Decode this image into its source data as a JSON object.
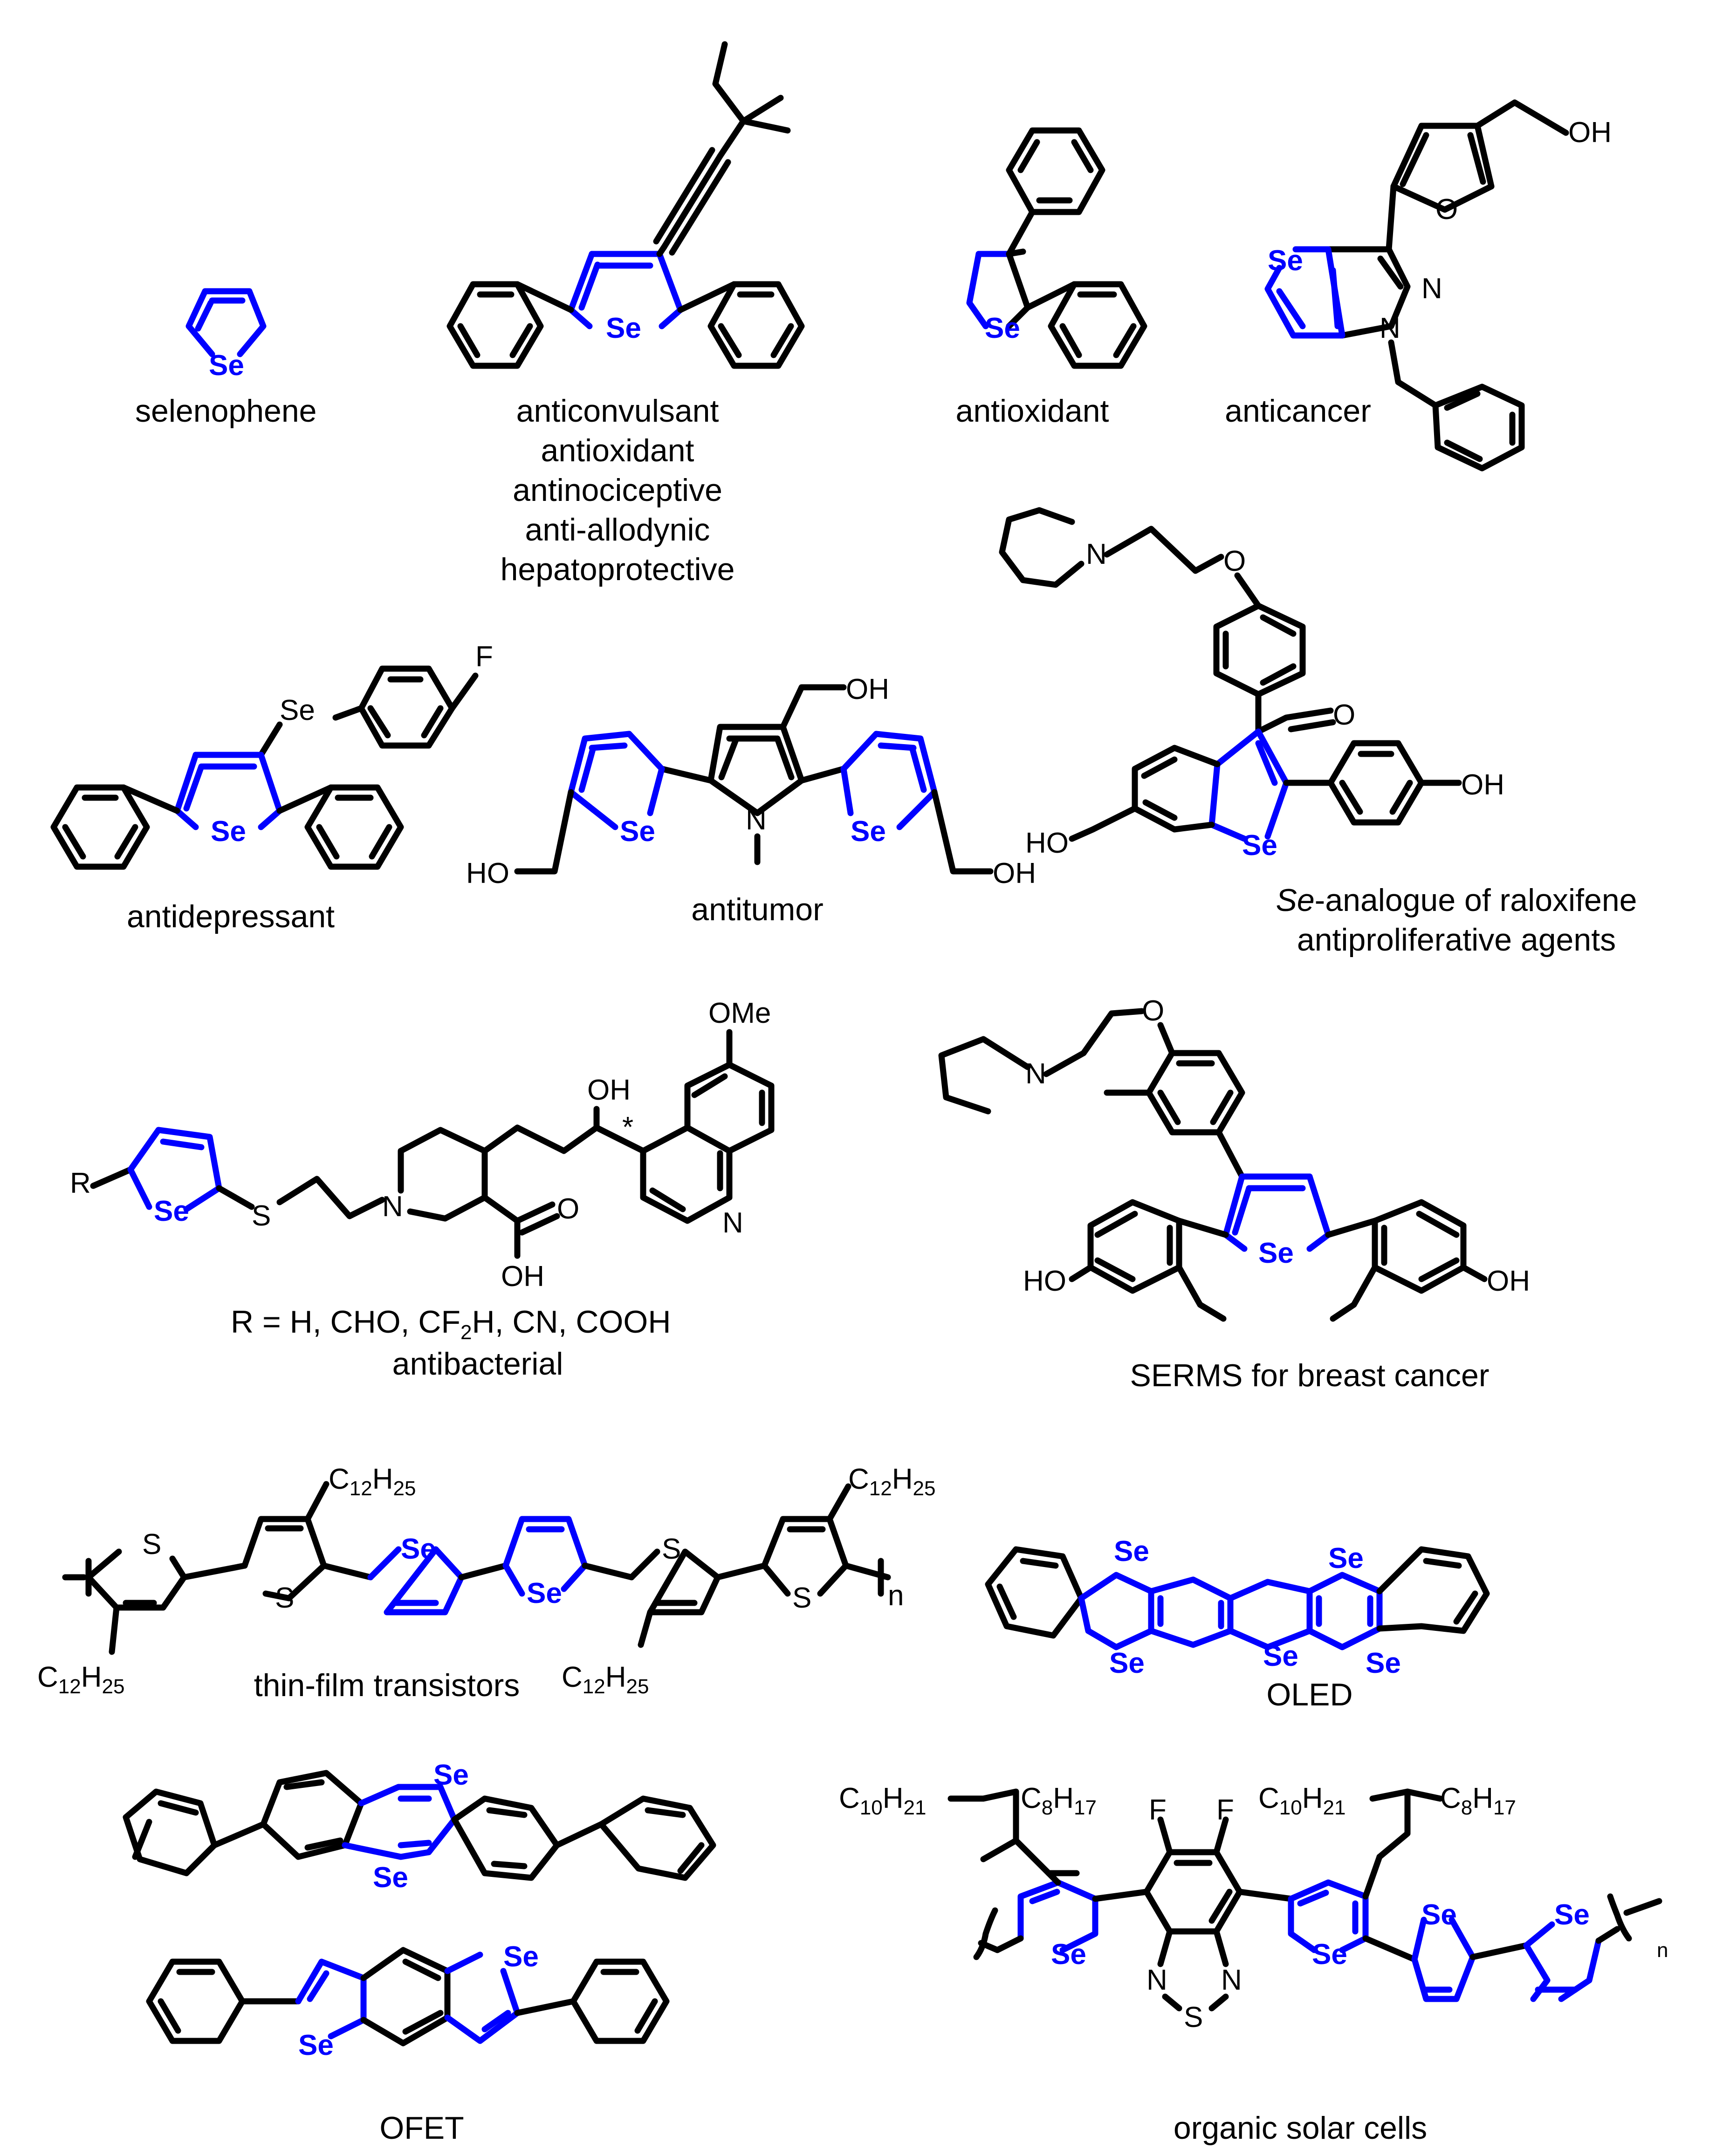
{
  "atoms": {
    "se": "Se",
    "s": "S",
    "n": "N",
    "o": "O",
    "f": "F",
    "oh": "OH",
    "ho": "HO",
    "ome": "OMe",
    "r": "R",
    "star": "*",
    "c12h25": {
      "c": "C",
      "n1": "12",
      "h": "H",
      "n2": "25"
    },
    "c10h21": {
      "c": "C",
      "n1": "10",
      "h": "H",
      "n2": "21"
    },
    "c8h17": {
      "c": "C",
      "n1": "8",
      "h": "H",
      "n2": "17"
    },
    "rep": "n"
  },
  "labels": {
    "selenophene": "selenophene",
    "activities_1": [
      "anticonvulsant",
      "antioxidant",
      "antinociceptive",
      "anti-allodynic",
      "hepatoprotective"
    ],
    "antioxidant": "antioxidant",
    "anticancer": "anticancer",
    "antidepressant": "antidepressant",
    "antitumor": "antitumor",
    "raloxifene_italic": "Se",
    "raloxifene_rest": "-analogue of raloxifene",
    "antiproliferative": "antiproliferative agents",
    "r_group": "R = H, CHO, CF",
    "r_group_sub": "2",
    "r_group_rest": "H, CN, COOH",
    "antibacterial": "antibacterial",
    "serms": "SERMS for breast cancer",
    "tft": "thin-film transistors",
    "oled": "OLED",
    "ofet": "OFET",
    "osc": "organic solar cells"
  },
  "colors": {
    "selenophene_highlight": "#0000ff",
    "bonds": "#000000"
  }
}
